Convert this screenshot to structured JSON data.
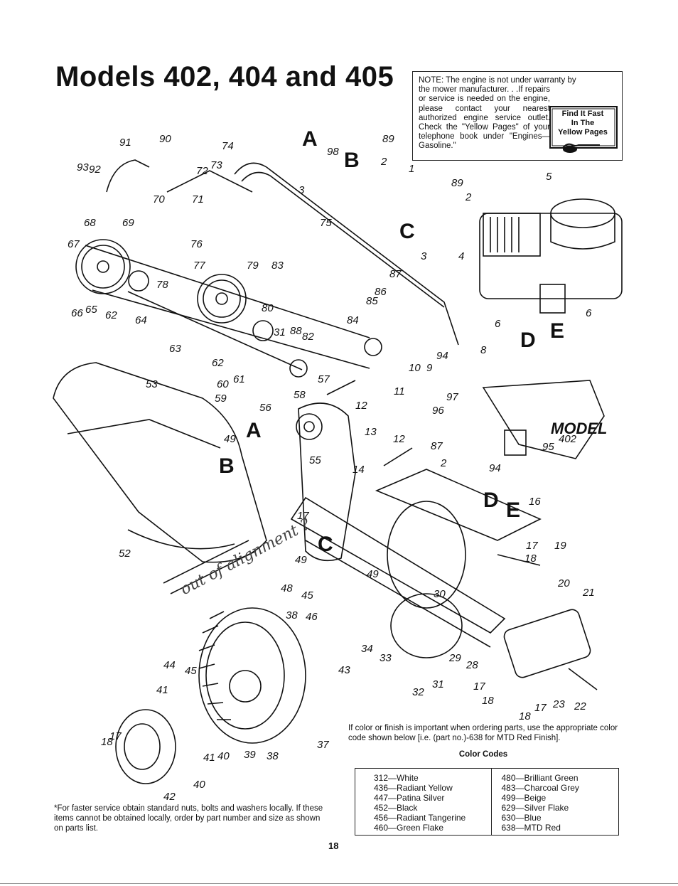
{
  "title": "Models 402, 404 and 405",
  "note": {
    "lines_narrow": "NOTE: The engine is not under warranty by",
    "text": "the mower manufacturer. . .If repairs or service is needed on the engine, please contact your nearest authorized engine service outlet. Check the \"Yellow Pages\" of your telephone book under \"Engines—Gasoline.\"",
    "badge": {
      "line1": "Find It Fast",
      "line2": "In The",
      "line3": "Yellow Pages"
    }
  },
  "diagram": {
    "labels_small": [
      "91",
      "90",
      "93",
      "92",
      "72",
      "73",
      "74",
      "98",
      "89",
      "2",
      "1",
      "70",
      "71",
      "3",
      "68",
      "69",
      "75",
      "89",
      "2",
      "5",
      "67",
      "76",
      "3",
      "4",
      "77",
      "79",
      "83",
      "87",
      "78",
      "80",
      "86",
      "85",
      "66",
      "65",
      "62",
      "64",
      "84",
      "31",
      "88",
      "82",
      "6",
      "6",
      "63",
      "62",
      "10",
      "9",
      "94",
      "8",
      "53",
      "60",
      "61",
      "57",
      "59",
      "58",
      "11",
      "56",
      "12",
      "97",
      "96",
      "49",
      "13",
      "12",
      "87",
      "95",
      "402",
      "55",
      "14",
      "2",
      "94",
      "16",
      "17",
      "52",
      "17",
      "19",
      "18",
      "49",
      "49",
      "48",
      "45",
      "20",
      "21",
      "30",
      "38",
      "46",
      "34",
      "33",
      "29",
      "28",
      "43",
      "44",
      "45",
      "32",
      "31",
      "17",
      "41",
      "18",
      "17",
      "23",
      "22",
      "18",
      "18",
      "17",
      "41",
      "40",
      "39",
      "38",
      "37",
      "42",
      "40"
    ],
    "letters": [
      "A",
      "B",
      "C",
      "D",
      "E",
      "A",
      "B",
      "C",
      "D",
      "E"
    ],
    "model_tag": "MODEL",
    "handwriting": "out of alignment ?"
  },
  "color_note": "If color or finish is important when ordering parts, use the appropriate color code shown below [i.e. (part no.)-638 for MTD Red Finish].",
  "color_codes_title": "Color Codes",
  "color_codes": {
    "left": [
      "312—White",
      "436—Radiant Yellow",
      "447—Patina Silver",
      "452—Black",
      "456—Radiant Tangerine",
      "460—Green Flake"
    ],
    "right": [
      "480—Brilliant Green",
      "483—Charcoal Grey",
      "499—Beige",
      "629—Silver Flake",
      "630—Blue",
      "638—MTD Red"
    ]
  },
  "service_note": "*For faster service obtain standard nuts, bolts and washers locally. If these items cannot be obtained locally, order by part number and size as shown on parts list.",
  "page_number": "18"
}
